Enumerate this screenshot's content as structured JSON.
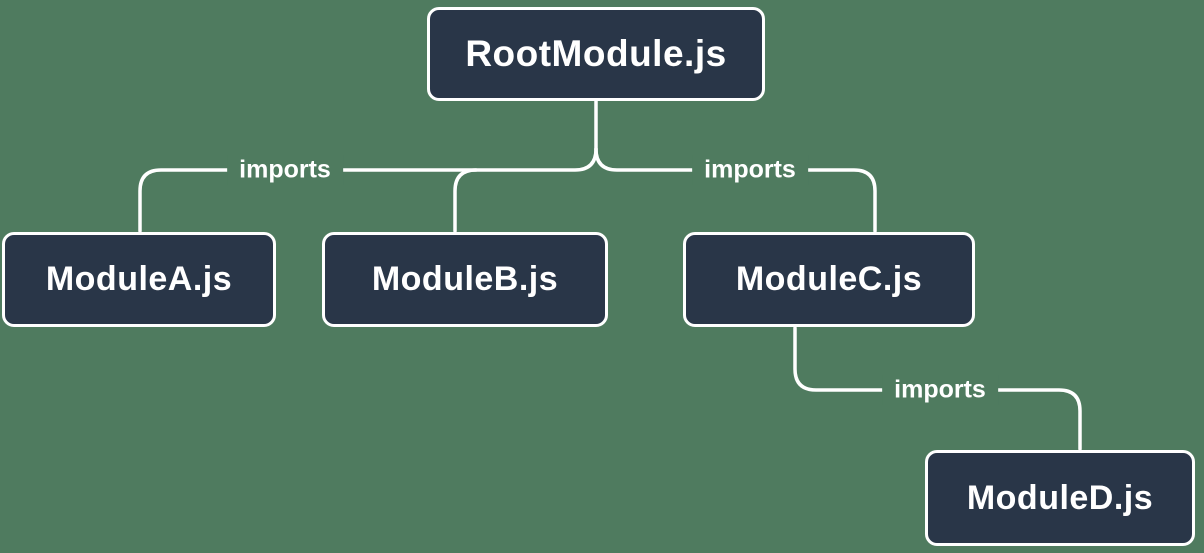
{
  "diagram": {
    "nodes": {
      "root": {
        "label": "RootModule.js"
      },
      "module_a": {
        "label": "ModuleA.js"
      },
      "module_b": {
        "label": "ModuleB.js"
      },
      "module_c": {
        "label": "ModuleC.js"
      },
      "module_d": {
        "label": "ModuleD.js"
      }
    },
    "edges": {
      "left": {
        "label": "imports"
      },
      "right": {
        "label": "imports"
      },
      "lower": {
        "label": "imports"
      }
    },
    "colors": {
      "background": "#4f7b5f",
      "node_fill": "#293648",
      "node_border": "#ffffff",
      "node_text": "#ffffff",
      "connector": "#ffffff",
      "edge_label_text": "#ffffff"
    }
  }
}
